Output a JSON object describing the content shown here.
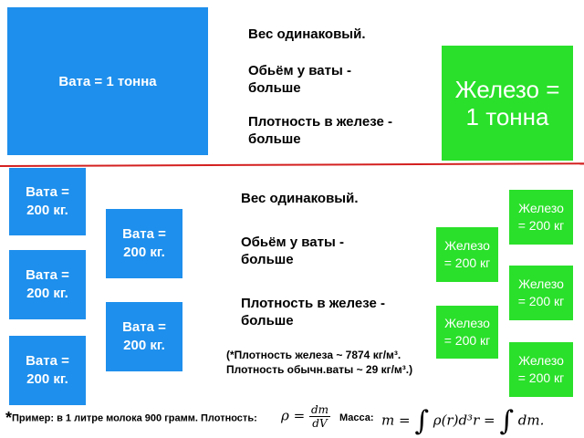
{
  "top": {
    "cotton_box": "Вата = 1 тонна",
    "iron_box_line1": "Железо =",
    "iron_box_line2": "1 тонна",
    "text_weight": "Вес одинаковый.",
    "text_volume_line1": "Обьём у ваты -",
    "text_volume_line2": "больше",
    "text_density_line1": "Плотность в железе -",
    "text_density_line2": "больше"
  },
  "bottom": {
    "cotton_label_line1": "Вата =",
    "cotton_label_line2": "200 кг.",
    "iron_label_line1": "Железо",
    "iron_label_line2": "= 200 кг",
    "text_weight": "Вес одинаковый.",
    "text_volume_line1": "Обьём у ваты -",
    "text_volume_line2": "больше",
    "text_density_line1": "Плотность в железе -",
    "text_density_line2": "больше",
    "note_line1": "(*Плотность железа ~ 7874 кг/м³.",
    "note_line2": "Плотность обычн.ваты ~ 29 кг/м³.)"
  },
  "footer": {
    "asterisk": "*",
    "example": "Пример:  в 1 литре молока 900 грамм. Плотность:",
    "rho_eq": "ρ =",
    "dm": "dm",
    "dV": "dV",
    "mass_label": "Масса:",
    "mass_formula_a": "m =",
    "mass_formula_b": "ρ(r)d³r =",
    "mass_formula_c": "dm."
  },
  "colors": {
    "blue": "#1e8fec",
    "green": "#2ae02a",
    "divider": "#d42020"
  }
}
